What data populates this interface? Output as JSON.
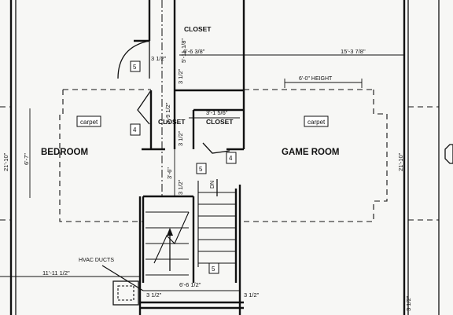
{
  "rooms": {
    "bedroom": "BEDROOM",
    "game_room": "GAME ROOM",
    "closet": "CLOSET",
    "hvac": "HVAC DUCTS"
  },
  "floor_tags": {
    "carpet": "carpet"
  },
  "notes": {
    "height": "6'-0\" HEIGHT",
    "down": "DN"
  },
  "keys": {
    "k5": "5",
    "k4": "4"
  },
  "dimensions": {
    "d_5_11": "5'-11 1/8\"",
    "d_6_6_38": "6'-6 3/8\"",
    "d_15_3": "15'-3 7/8\"",
    "d_3_1_56": "3'-1 5/6\"",
    "d_3_9_12": "3'-9 1/2\"",
    "d_3_6": "3'-6\"",
    "d_6_7": "6'-7\"",
    "d_21_10": "21'-10\"",
    "d_11_11": "11'-11 1/2\"",
    "d_6_6_12": "6'-6 1/2\"",
    "d_3_12": "3 1/2\""
  }
}
